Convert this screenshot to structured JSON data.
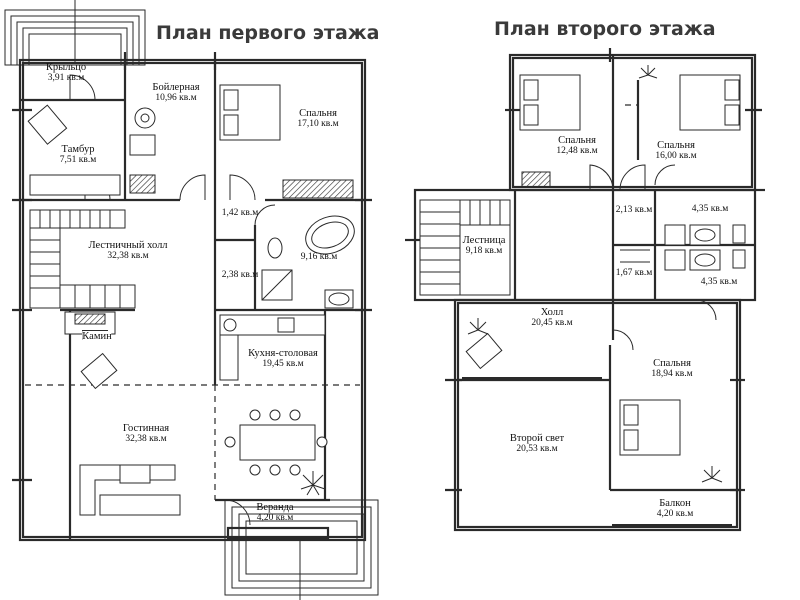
{
  "titles": {
    "first_floor": "План первого этажа",
    "second_floor": "План второго этажа"
  },
  "first_floor_rooms": [
    {
      "name": "Крыльцо",
      "area": "3,91 кв.м"
    },
    {
      "name": "Бойлерная",
      "area": "10,96 кв.м"
    },
    {
      "name": "Спальня",
      "area": "17,10 кв.м"
    },
    {
      "name": "Тамбур",
      "area": "7,51 кв.м"
    },
    {
      "name": "",
      "area": "1,42 кв.м"
    },
    {
      "name": "Лестничный холл",
      "area": "32,38 кв.м"
    },
    {
      "name": "",
      "area": "9,16 кв.м"
    },
    {
      "name": "",
      "area": "2,38 кв.м"
    },
    {
      "name": "Камин",
      "area": ""
    },
    {
      "name": "Кухня-столовая",
      "area": "19,45 кв.м"
    },
    {
      "name": "Гостинная",
      "area": "32,38 кв.м"
    },
    {
      "name": "Веранда",
      "area": "4,20 кв.м"
    }
  ],
  "second_floor_rooms": [
    {
      "name": "Спальня",
      "area": "12,48 кв.м"
    },
    {
      "name": "Спальня",
      "area": "16,00 кв.м"
    },
    {
      "name": "",
      "area": "2,13 кв.м"
    },
    {
      "name": "",
      "area": "4,35 кв.м"
    },
    {
      "name": "Лестница",
      "area": "9,18 кв.м"
    },
    {
      "name": "",
      "area": "1,67 кв.м"
    },
    {
      "name": "",
      "area": "4,35 кв.м"
    },
    {
      "name": "Холл",
      "area": "20,45 кв.м"
    },
    {
      "name": "Спальня",
      "area": "18,94 кв.м"
    },
    {
      "name": "Второй свет",
      "area": "20,53 кв.м"
    },
    {
      "name": "Балкон",
      "area": "4,20 кв.м"
    }
  ]
}
